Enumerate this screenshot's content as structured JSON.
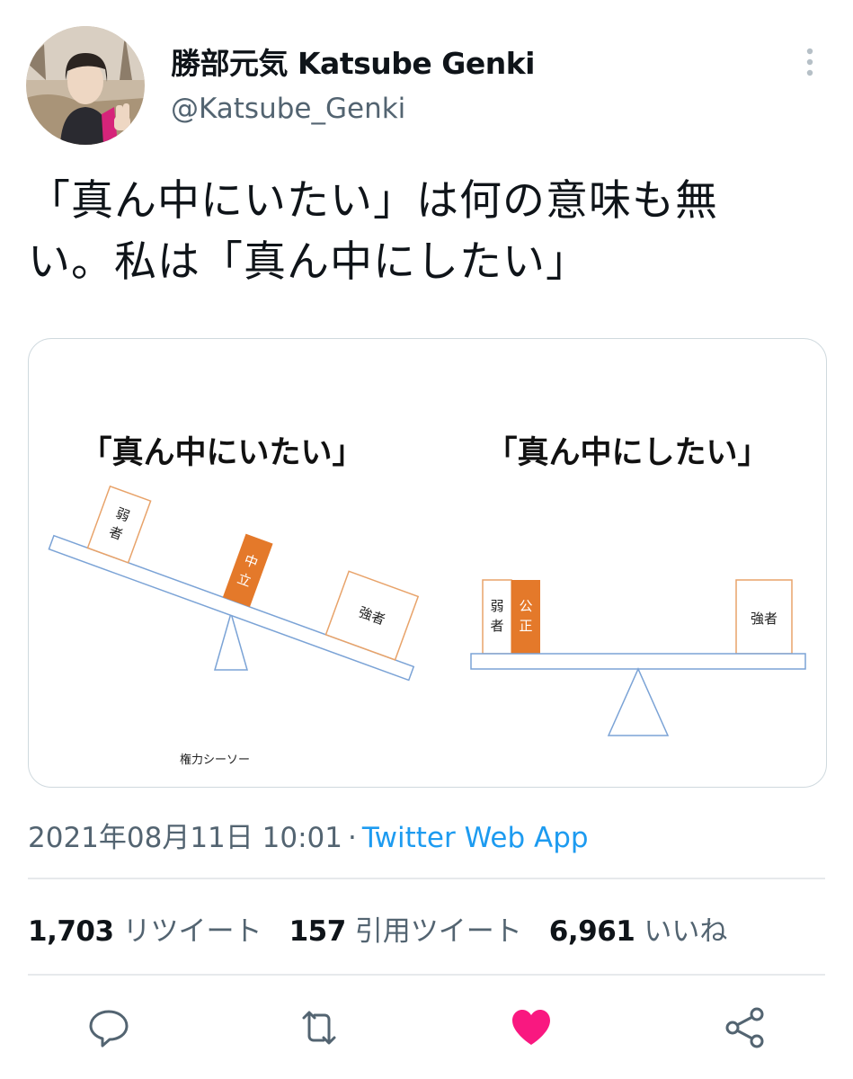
{
  "tweet": {
    "author": {
      "display_name": "勝部元気 Katsube Genki",
      "handle": "@Katsube_Genki",
      "avatar": "avatar-photo"
    },
    "more_icon": "more-vertical-icon",
    "text_lines": [
      "「真ん中にいたい」は何の意味も無",
      "い。私は「真ん中にしたい」"
    ],
    "timestamp": "2021年08月11日 10:01",
    "separator": "·",
    "source": "Twitter Web App"
  },
  "media": {
    "left_panel": {
      "title": "「真ん中にいたい」",
      "weak_label": "弱者",
      "neutral_label": "中立",
      "strong_label": "強者",
      "seesaw_label": "権力シーソー"
    },
    "right_panel": {
      "title": "「真ん中にしたい」",
      "weak_label": "弱者",
      "fair_label": "公正",
      "strong_label": "強者"
    },
    "colors": {
      "box_border": "#e8a36a",
      "highlight_box": "#e4792a",
      "beam": "#7ba3d6"
    }
  },
  "stats": {
    "retweets": {
      "count": "1,703",
      "label": "リツイート"
    },
    "quotes": {
      "count": "157",
      "label": "引用ツイート"
    },
    "likes": {
      "count": "6,961",
      "label": "いいね"
    }
  },
  "actions": {
    "reply": "reply-icon",
    "retweet": "retweet-icon",
    "like": "like-heart-icon",
    "share": "share-icon",
    "like_color": "#f91880",
    "icon_color": "#536471"
  }
}
